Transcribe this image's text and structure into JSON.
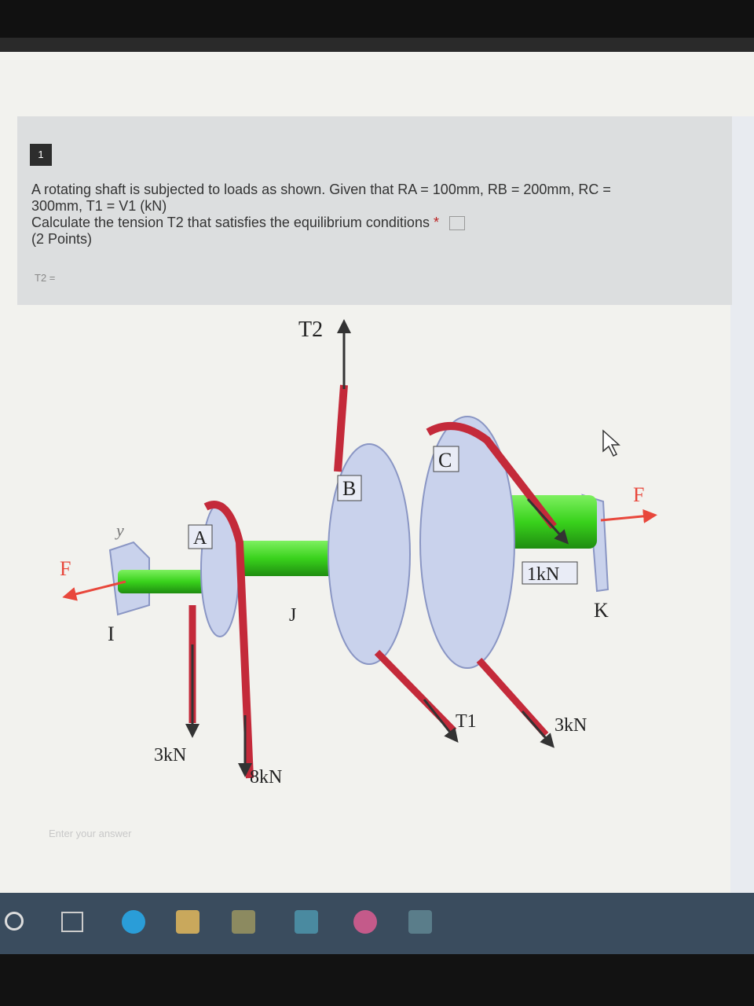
{
  "question": {
    "number": "1",
    "line1": "A rotating shaft is subjected to loads as shown. Given that RA = 100mm, RB = 200mm, RC =",
    "line2": "300mm, T1 = V1 (kN)",
    "line3": "Calculate the tension T2 that satisfies the equilibrium conditions",
    "required_mark": "*",
    "points": "(2 Points)",
    "answer_label": "T2 =",
    "answer_placeholder": "Enter your answer"
  },
  "diagram_labels": {
    "t2": "T2",
    "b": "B",
    "c": "C",
    "a": "A",
    "j": "J",
    "k": "K",
    "i": "I",
    "y": "y",
    "f_left": "F",
    "f_right": "F",
    "one_kn": "1kN",
    "t1": "T1",
    "three_kn_right": "3kN",
    "three_kn_left": "3kN",
    "eight_kn": "8kN"
  },
  "colors": {
    "shaft": "#39d21c",
    "belt": "#c42a3a",
    "pulley": "#c9d2ec",
    "pulley_edge": "#8a96c4",
    "arrow": "#333333",
    "force": "#e8473b"
  },
  "taskbar": {
    "icons": [
      "search-circle-icon",
      "task-view-icon",
      "edge-browser-icon",
      "store-icon",
      "file-explorer-icon",
      "mail-icon",
      "photos-icon",
      "teams-icon"
    ]
  }
}
